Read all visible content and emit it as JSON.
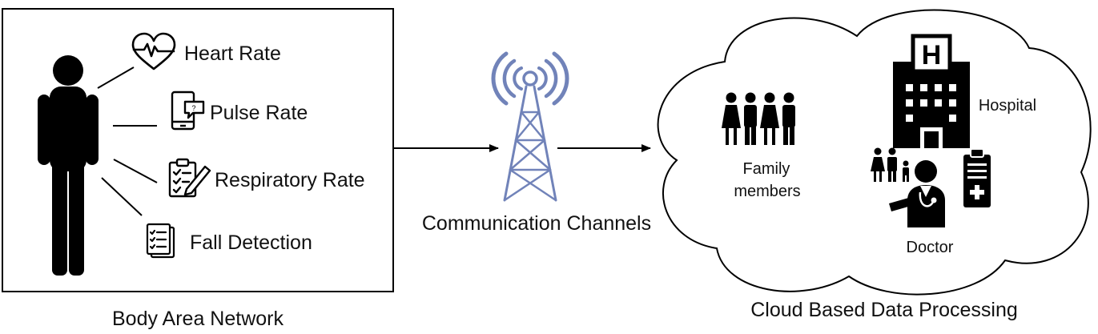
{
  "ban": {
    "caption": "Body Area Network",
    "sensors": [
      {
        "label": "Heart Rate",
        "icon": "heart-pulse-icon"
      },
      {
        "label": "Pulse Rate",
        "icon": "phone-pulse-icon"
      },
      {
        "label": "Respiratory Rate",
        "icon": "clipboard-pencil-icon"
      },
      {
        "label": "Fall Detection",
        "icon": "checklist-icon"
      }
    ]
  },
  "channel": {
    "caption": "Communication Channels",
    "icon": "radio-tower-icon",
    "accent": "#7183b9"
  },
  "cloud": {
    "caption": "Cloud Based Data Processing",
    "family_line1": "Family",
    "family_line2": "members",
    "hospital": "Hospital",
    "doctor": "Doctor"
  }
}
